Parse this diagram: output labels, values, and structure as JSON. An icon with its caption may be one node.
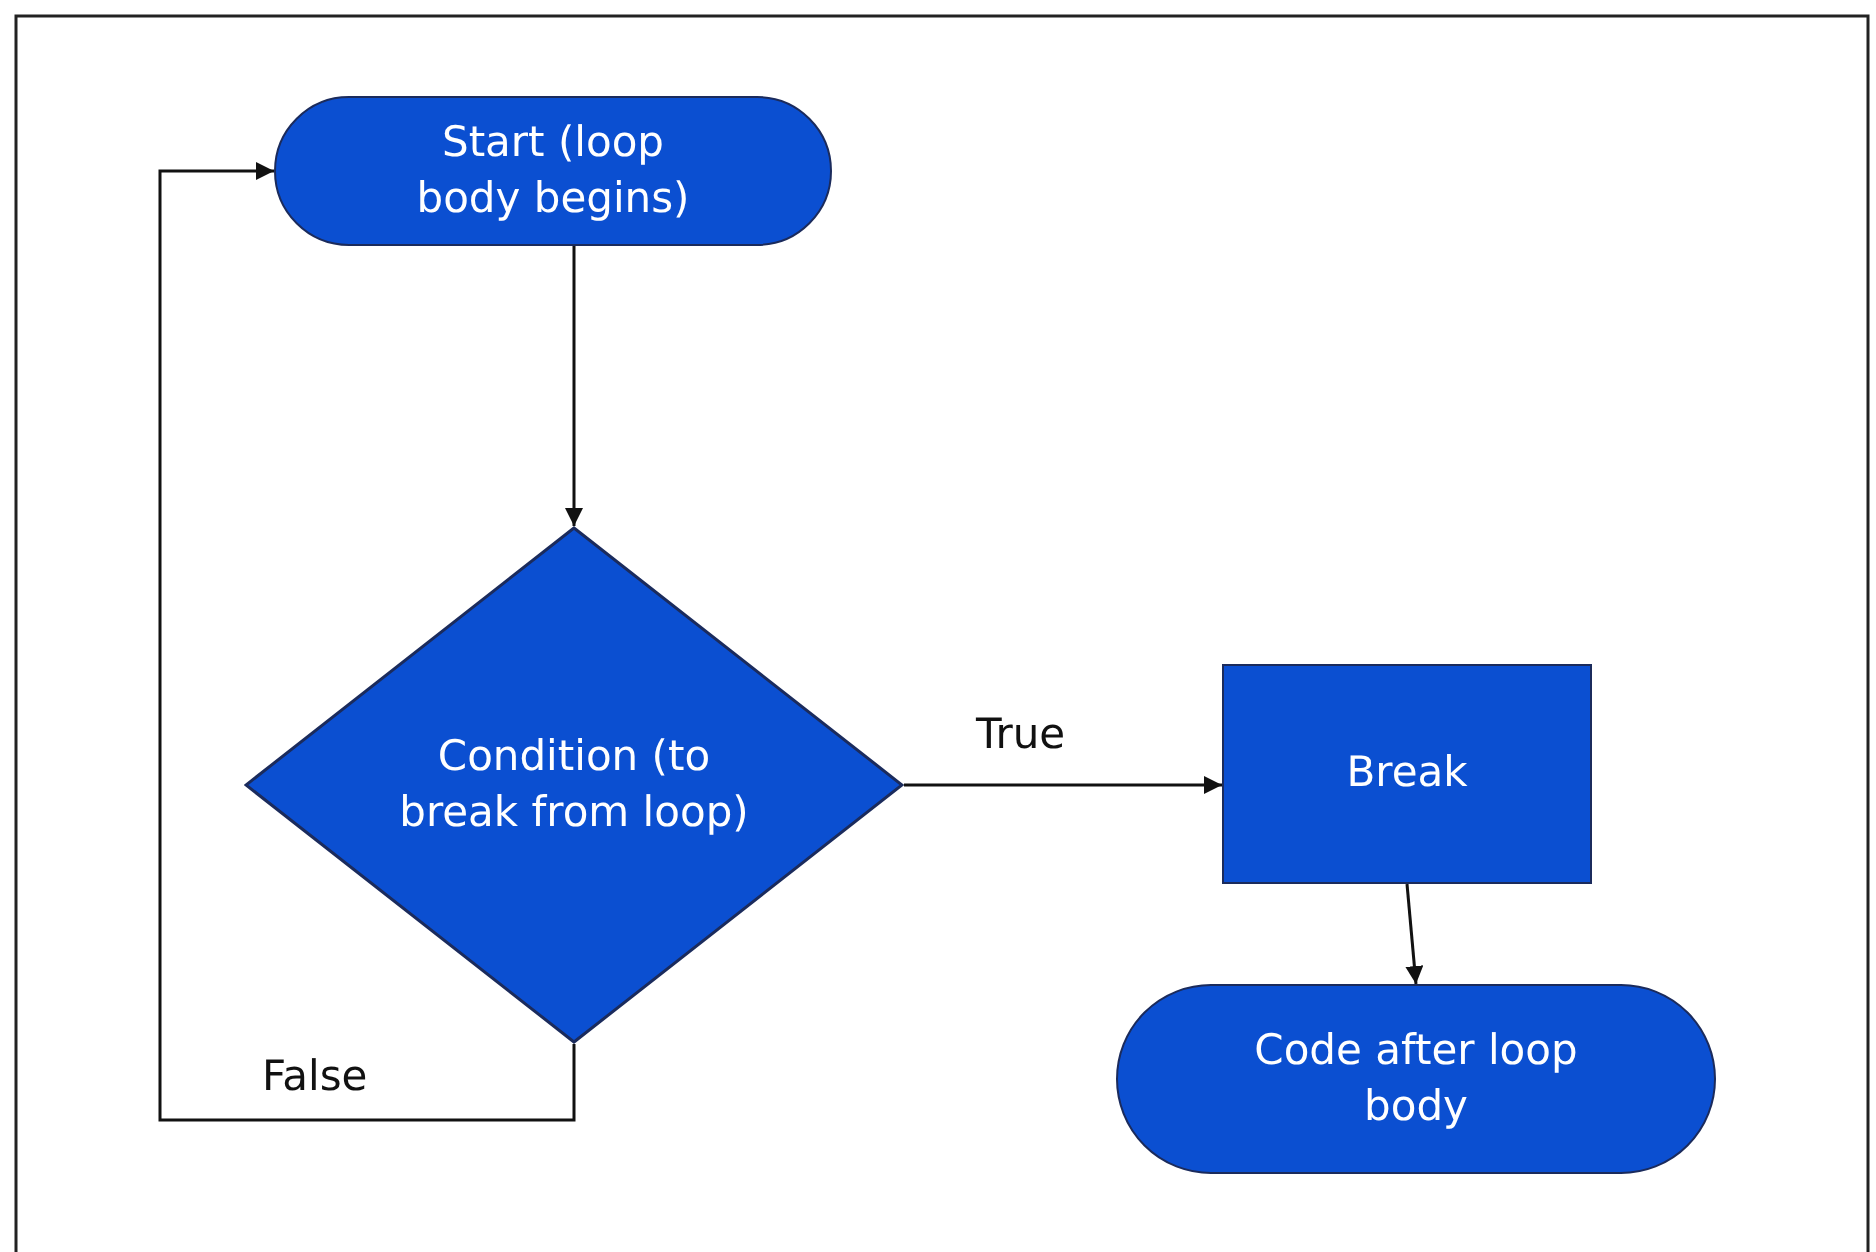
{
  "diagram": {
    "nodes": [
      {
        "text": [
          "Start (loop body begins)"
        ]
      },
      {
        "text": [
          "Condition (to break from loop)"
        ]
      },
      {
        "text": [
          "Break"
        ]
      },
      {
        "text": [
          "Code after loop body"
        ]
      }
    ],
    "edges": [
      {
        "from": 0,
        "to": 1,
        "arrow": "to"
      },
      {
        "from": 1,
        "to": 2,
        "arrow": "to",
        "label": "True"
      },
      {
        "from": 2,
        "to": 3,
        "arrow": "to"
      },
      {
        "from": 1,
        "to": 0,
        "arrow": "to",
        "label": "False"
      }
    ]
  }
}
